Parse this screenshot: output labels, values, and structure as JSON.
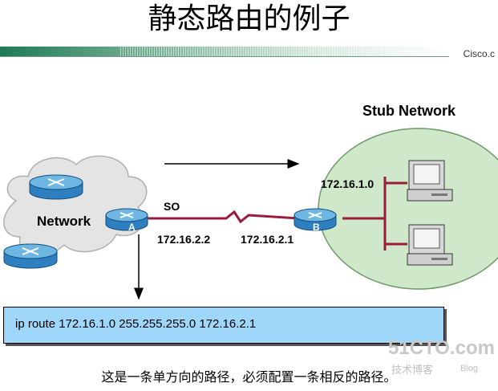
{
  "title": "静态路由的例子",
  "brand": "Cisco.c",
  "labels": {
    "stub_network": "Stub Network",
    "network": "Network",
    "interface_s0": "SO",
    "ip_a_serial": "172.16.2.2",
    "ip_b_serial": "172.16.2.1",
    "stub_subnet": "172.16.1.0",
    "router_a": "A",
    "router_b": "B"
  },
  "command": "ip route 172.16.1.0 255.255.255.0 172.16.2.1",
  "caption": "这是一条单方向的路径，必须配置一条相反的路径。",
  "watermark": {
    "site": "51CTO.com",
    "sub": "技术博客",
    "blog": "Blog"
  },
  "colors": {
    "serial_link": "#9b1b3b",
    "stub_bg": "#cfe8c9",
    "cloud_bg": "#e4e4e4",
    "router_body": "#2e7fbf",
    "router_top": "#6fb7e3",
    "lan_bus": "#9b1b3b",
    "command_bg": "#9fd7fb",
    "banner_green": "#2e8b57"
  },
  "icons": [
    "router-icon",
    "cloud-icon",
    "computer-icon",
    "arrow-icon"
  ]
}
